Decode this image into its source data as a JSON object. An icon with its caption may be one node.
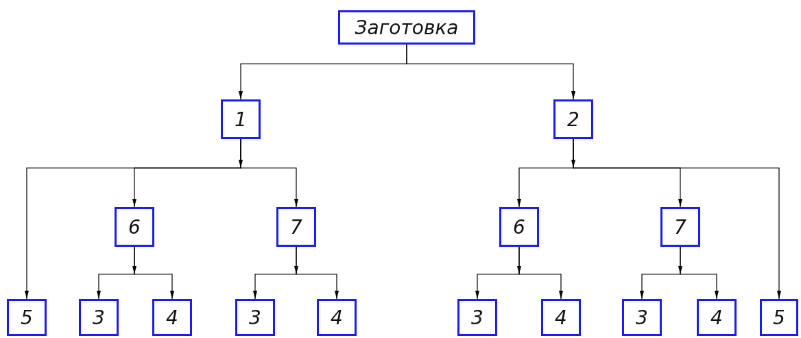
{
  "diagram": {
    "nodes": [
      {
        "text": [
          "Заготовка"
        ]
      },
      {
        "text": [
          "1"
        ]
      },
      {
        "text": [
          "2"
        ]
      },
      {
        "text": [
          "6"
        ]
      },
      {
        "text": [
          "7"
        ]
      },
      {
        "text": [
          "6"
        ]
      },
      {
        "text": [
          "7"
        ]
      },
      {
        "text": [
          "5"
        ]
      },
      {
        "text": [
          "3"
        ]
      },
      {
        "text": [
          "4"
        ]
      },
      {
        "text": [
          "3"
        ]
      },
      {
        "text": [
          "4"
        ]
      },
      {
        "text": [
          "3"
        ]
      },
      {
        "text": [
          "4"
        ]
      },
      {
        "text": [
          "3"
        ]
      },
      {
        "text": [
          "4"
        ]
      },
      {
        "text": [
          "5"
        ]
      }
    ],
    "edges": [
      {
        "from": 0,
        "to": 1,
        "arrow": "to"
      },
      {
        "from": 0,
        "to": 2,
        "arrow": "to"
      },
      {
        "from": 1,
        "to": 7,
        "arrow": "to"
      },
      {
        "from": 1,
        "to": 3,
        "arrow": "to"
      },
      {
        "from": 1,
        "to": 4,
        "arrow": "to"
      },
      {
        "from": 3,
        "to": 8,
        "arrow": "to"
      },
      {
        "from": 3,
        "to": 9,
        "arrow": "to"
      },
      {
        "from": 4,
        "to": 10,
        "arrow": "to"
      },
      {
        "from": 4,
        "to": 11,
        "arrow": "to"
      },
      {
        "from": 2,
        "to": 5,
        "arrow": "to"
      },
      {
        "from": 2,
        "to": 6,
        "arrow": "to"
      },
      {
        "from": 2,
        "to": 16,
        "arrow": "to"
      },
      {
        "from": 5,
        "to": 12,
        "arrow": "to"
      },
      {
        "from": 5,
        "to": 13,
        "arrow": "to"
      },
      {
        "from": 6,
        "to": 14,
        "arrow": "to"
      },
      {
        "from": 6,
        "to": 15,
        "arrow": "to"
      }
    ]
  }
}
